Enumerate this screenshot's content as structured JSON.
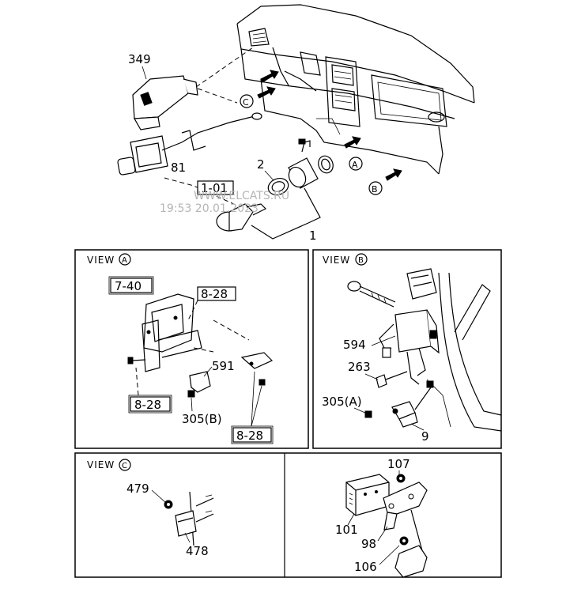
{
  "watermark": {
    "site": "WWW.ELCATS.RU",
    "stamp": "19:53 20.01.2023"
  },
  "main": {
    "callouts": {
      "p349": "349",
      "p81": "81",
      "p2": "2",
      "p1": "1",
      "ref_1_01": "1-01"
    },
    "view_markers": {
      "a": "A",
      "b": "B",
      "c": "C"
    }
  },
  "panels": {
    "view_a": {
      "title": "VIEW",
      "marker": "A",
      "callouts": {
        "ref_7_40": "7-40",
        "ref_8_28_top": "8-28",
        "p591": "591",
        "ref_8_28_left": "8-28",
        "p305b": "305(B)",
        "ref_8_28_bottom": "8-28"
      }
    },
    "view_b": {
      "title": "VIEW",
      "marker": "B",
      "callouts": {
        "p594": "594",
        "p263": "263",
        "p305a": "305(A)",
        "p9": "9"
      }
    },
    "view_c": {
      "title": "VIEW",
      "marker": "C",
      "callouts": {
        "p479": "479",
        "p478": "478"
      }
    },
    "detail": {
      "callouts": {
        "p107": "107",
        "p101": "101",
        "p98": "98",
        "p106": "106"
      }
    }
  }
}
